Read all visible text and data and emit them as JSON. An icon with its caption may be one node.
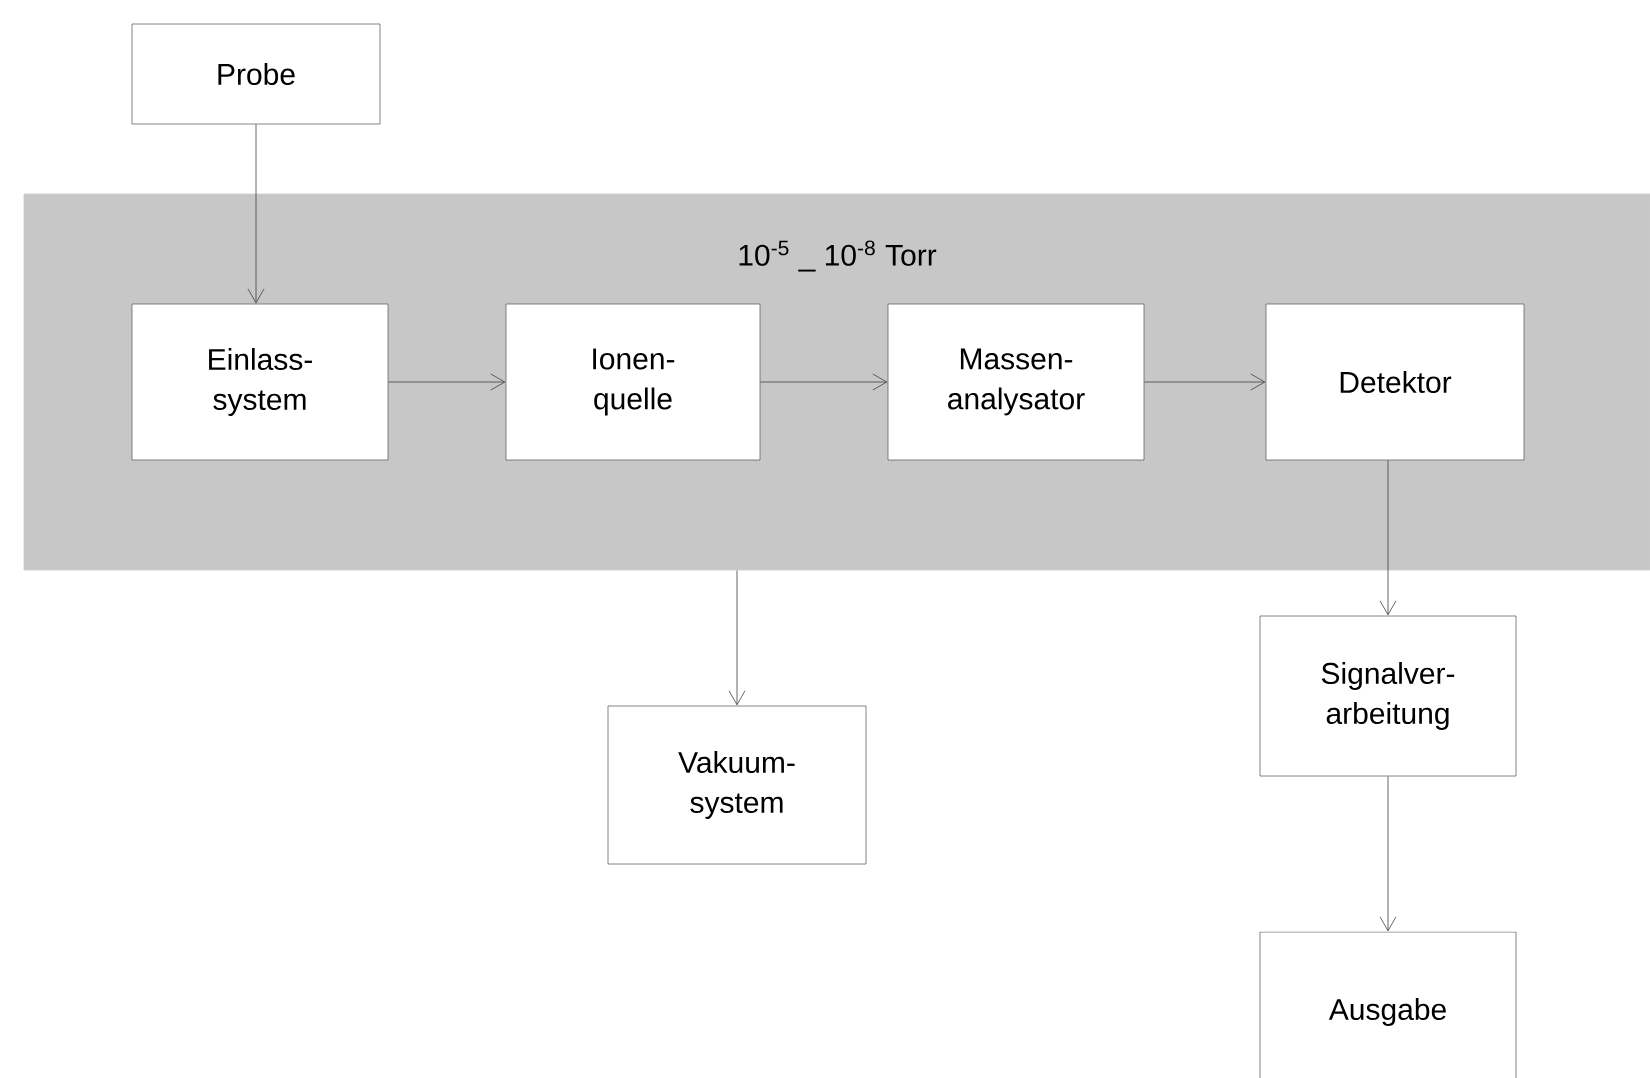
{
  "diagram": {
    "nodes": [
      {
        "text": [
          "Probe"
        ]
      },
      {
        "text": [
          "10$^{-5}$ _ 10$^{-8}$ Torr"
        ]
      },
      {
        "text": [
          "Einlass- system"
        ],
        "in": 1
      },
      {
        "text": [
          "Ionen- quelle"
        ],
        "in": 1
      },
      {
        "text": [
          "Massen- analysator"
        ],
        "in": 1
      },
      {
        "text": [
          "Detektor"
        ],
        "in": 1
      },
      {
        "text": [
          "Vakuum- system"
        ]
      },
      {
        "text": [
          "Signalver- arbeitung"
        ]
      },
      {
        "text": [
          "Ausgabe"
        ]
      }
    ],
    "edges": [
      {
        "from": 0,
        "to": 2,
        "arrow": "to"
      },
      {
        "from": 2,
        "to": 3,
        "arrow": "to"
      },
      {
        "from": 3,
        "to": 4,
        "arrow": "to"
      },
      {
        "from": 4,
        "to": 5,
        "arrow": "to"
      },
      {
        "from": 1,
        "to": 6,
        "arrow": "to"
      },
      {
        "from": 5,
        "to": 7,
        "arrow": "to"
      },
      {
        "from": 7,
        "to": 8,
        "arrow": "to"
      }
    ]
  }
}
